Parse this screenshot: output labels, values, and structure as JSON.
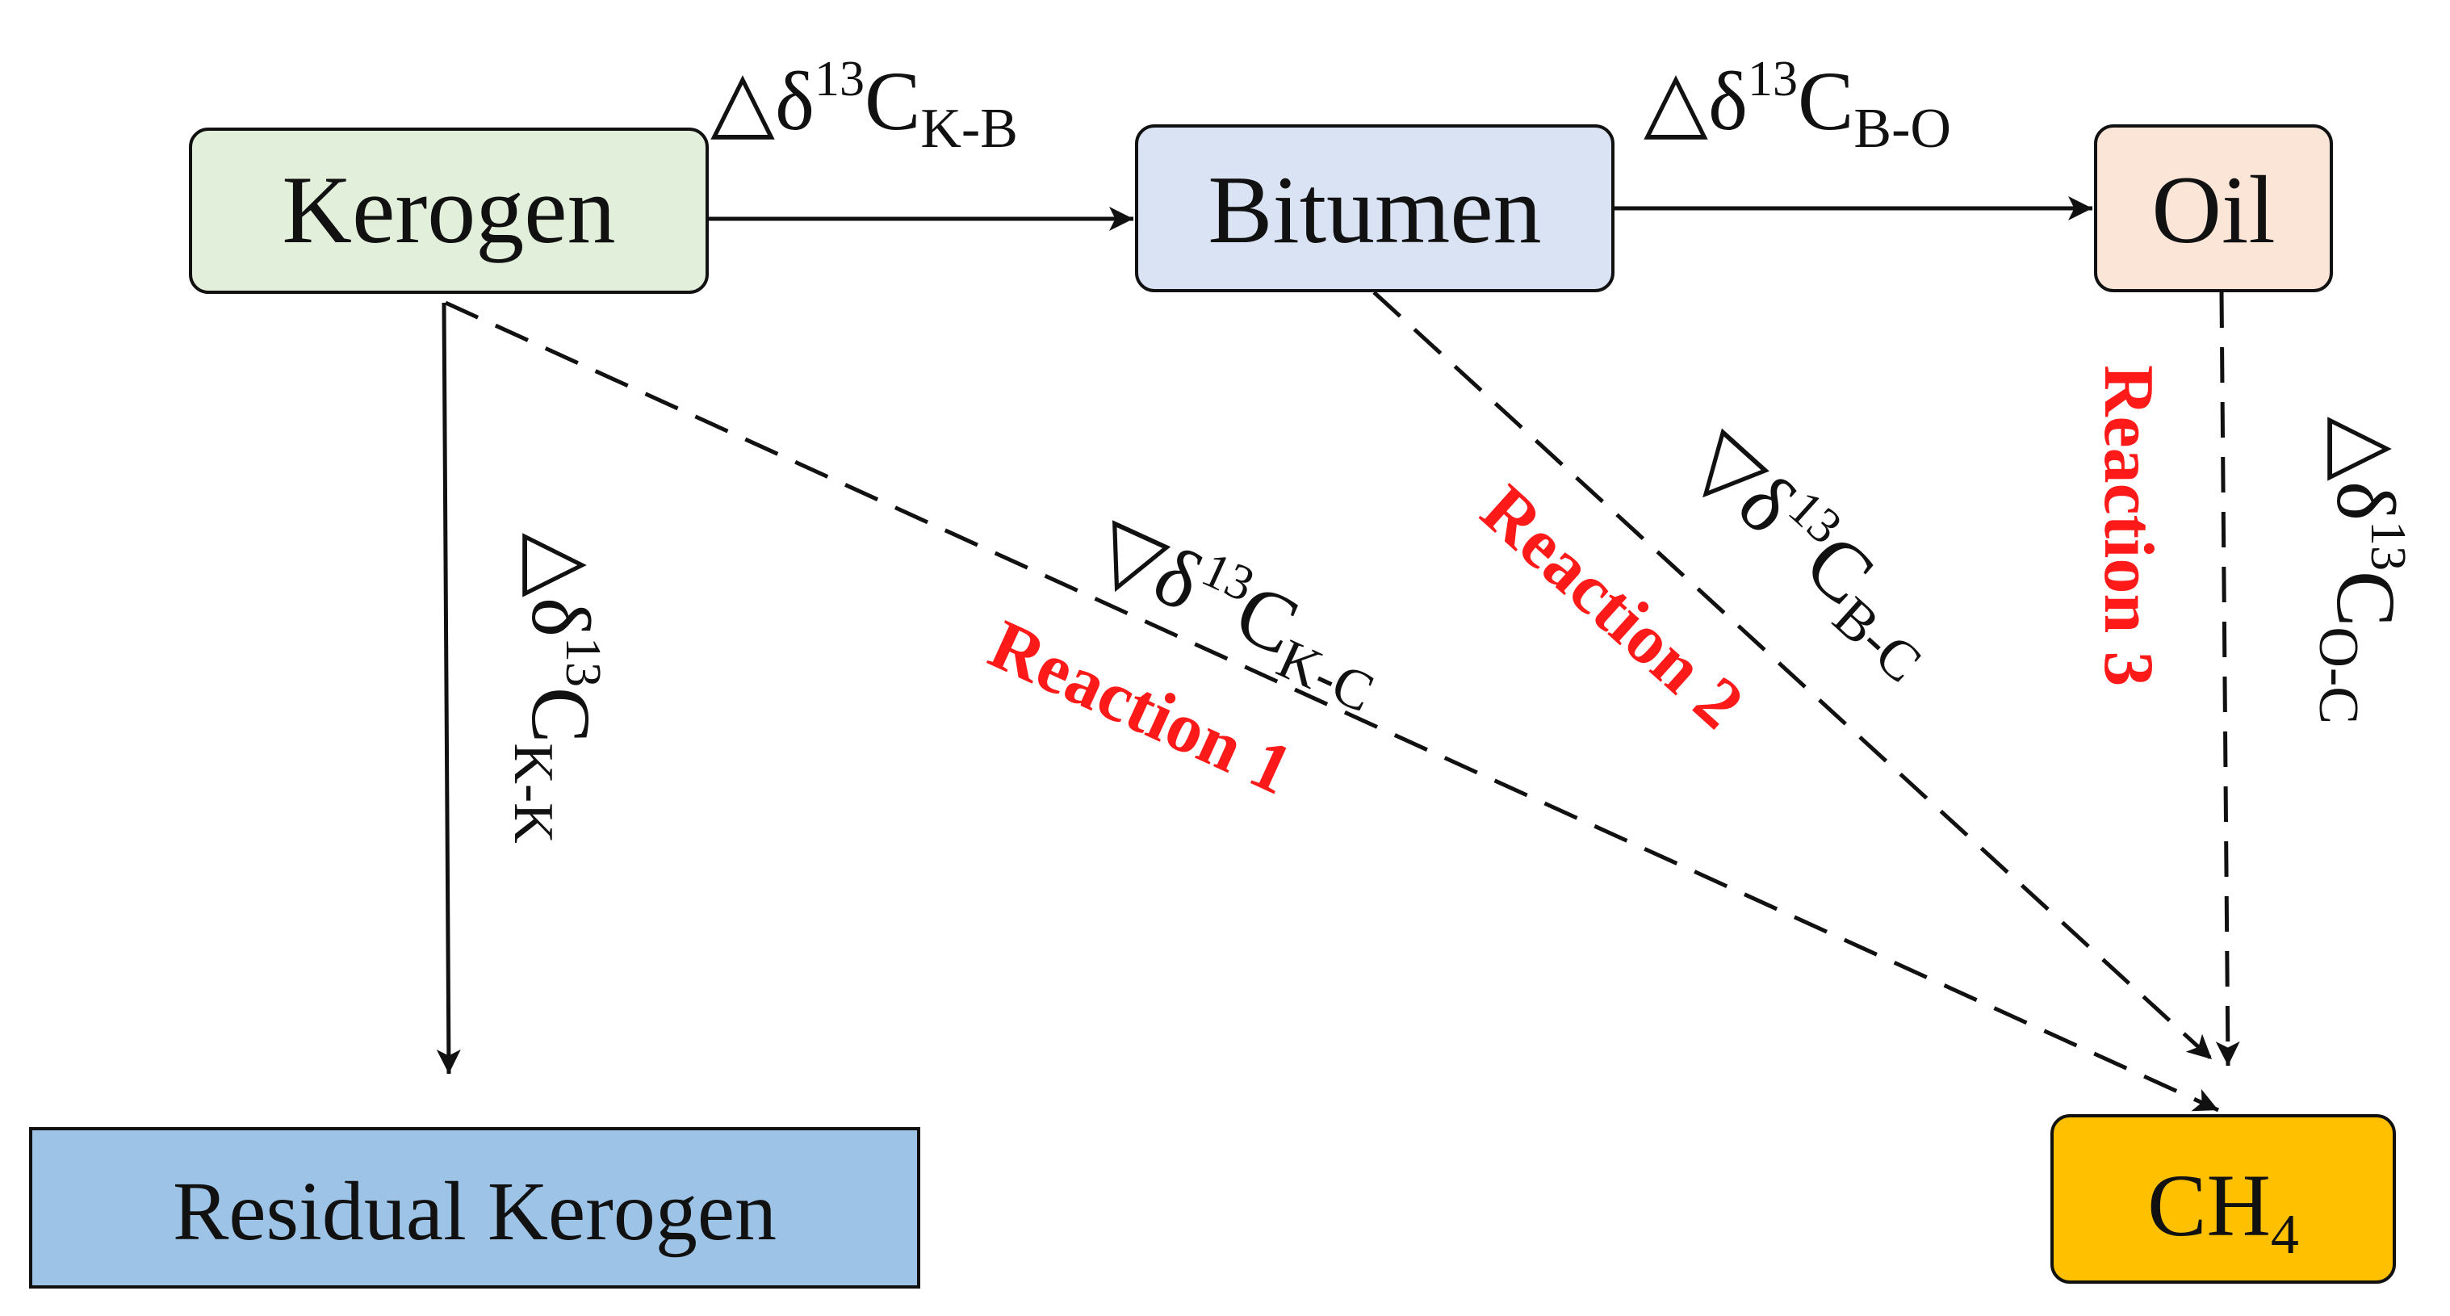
{
  "nodes": {
    "kerogen": {
      "label": "Kerogen",
      "fill": "#e2efda"
    },
    "bitumen": {
      "label": "Bitumen",
      "fill": "#dae3f3"
    },
    "oil": {
      "label": "Oil",
      "fill": "#fbe5d6"
    },
    "residual_kerogen": {
      "label": "Residual Kerogen",
      "fill": "#9dc3e6"
    },
    "ch4": {
      "label": "CH",
      "subscript": "4",
      "fill": "#ffc000"
    }
  },
  "edge_labels": {
    "k_b": {
      "symbol": "△",
      "delta": "δ",
      "sup": "13",
      "main": "C",
      "sub": "K-B"
    },
    "b_o": {
      "symbol": "△",
      "delta": "δ",
      "sup": "13",
      "main": "C",
      "sub": "B-O"
    },
    "k_k": {
      "symbol": "△",
      "delta": "δ",
      "sup": "13",
      "main": "C",
      "sub": "K-K"
    },
    "k_c": {
      "symbol": "▽",
      "delta": "δ",
      "sup": "13",
      "main": "C",
      "sub": "K-C"
    },
    "b_c": {
      "symbol": "▽",
      "delta": "δ",
      "sup": "13",
      "main": "C",
      "sub": "B-C"
    },
    "o_c": {
      "symbol": "△",
      "delta": "δ",
      "sup": "13",
      "main": "C",
      "sub": "O-C"
    }
  },
  "reactions": {
    "r1": "Reaction 1",
    "r2": "Reaction 2",
    "r3": "Reaction 3"
  },
  "colors": {
    "reaction_text": "#ff1a1a",
    "arrow": "#111111"
  }
}
